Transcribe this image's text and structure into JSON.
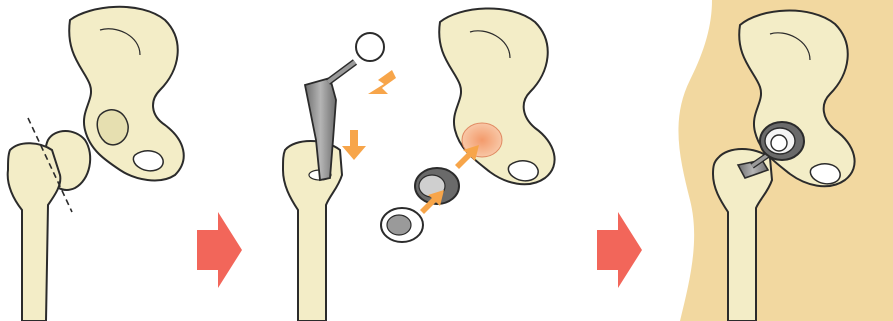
{
  "diagram": {
    "panels": [
      {
        "id": "fractured-hip",
        "description_visible_text": ""
      },
      {
        "id": "implant-components",
        "description_visible_text": ""
      },
      {
        "id": "implanted-hip",
        "description_visible_text": ""
      }
    ],
    "colors": {
      "bone": "#F3EDC7",
      "outline": "#2B2B2B",
      "arrow_orange": "#F7A54A",
      "step_arrow_red": "#F2665A",
      "skin": "#F2D8A0",
      "metal": "#8C8C8C",
      "socket_glow": "#F5A57A"
    },
    "icons": [
      "step-arrow-icon",
      "insertion-arrow-icon"
    ]
  }
}
